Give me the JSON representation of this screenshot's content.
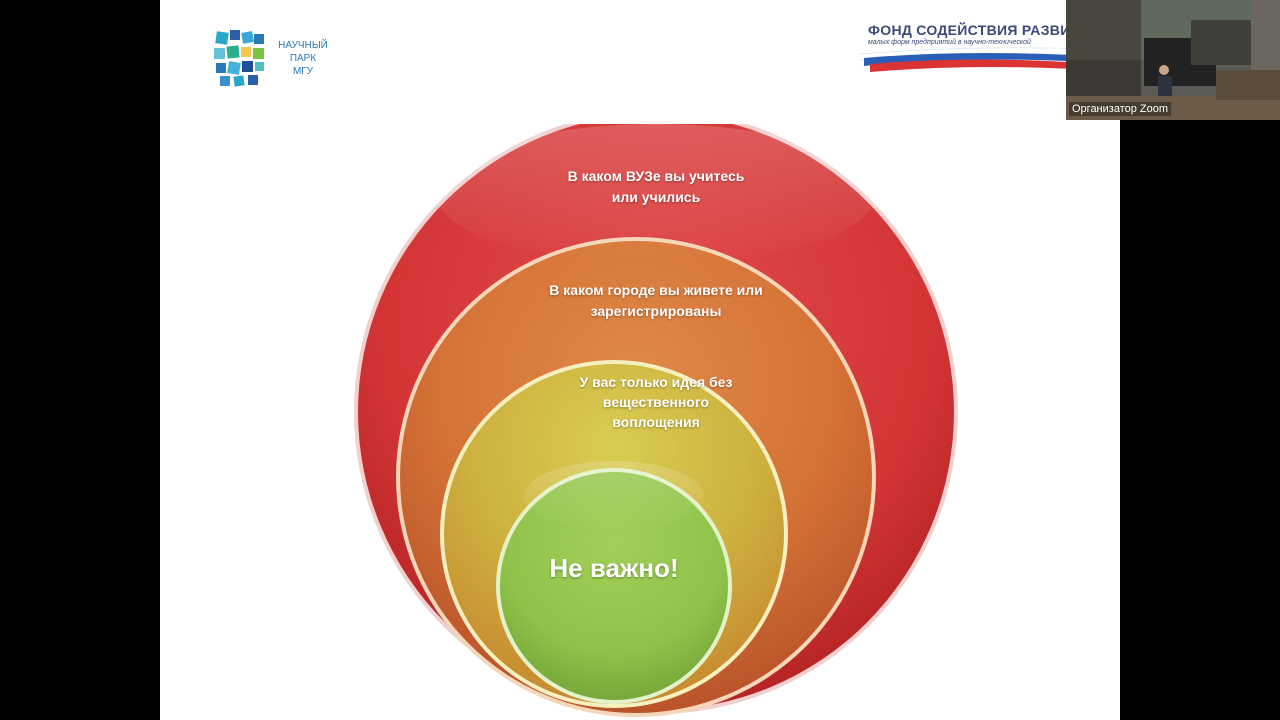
{
  "logos": {
    "science_park": {
      "lines": [
        "НАУЧНЫЙ",
        "ПАРК",
        "МГУ"
      ],
      "icon": "science-park-mosaic-logo"
    },
    "fund": {
      "title": "ФОНД СОДЕЙСТВИЯ РАЗВИТ",
      "subtitle": "малых форм предприятий в научно-технической",
      "icon": "fund-flag-swoosh-logo"
    }
  },
  "diagram": {
    "rings": [
      {
        "label": "В каком ВУЗе вы учитесь или учились",
        "color": "#d63a3a"
      },
      {
        "label": "В каком городе вы живете или зарегистрированы",
        "color": "#d9763a"
      },
      {
        "label": "У вас только идея без вещественного воплощения",
        "color": "#c9b83d"
      },
      {
        "label": "Не важно!",
        "color": "#8fc24a"
      }
    ]
  },
  "zoom": {
    "participant_name": "Организатор Zoom",
    "icon": "presenter-video-thumbnail"
  }
}
